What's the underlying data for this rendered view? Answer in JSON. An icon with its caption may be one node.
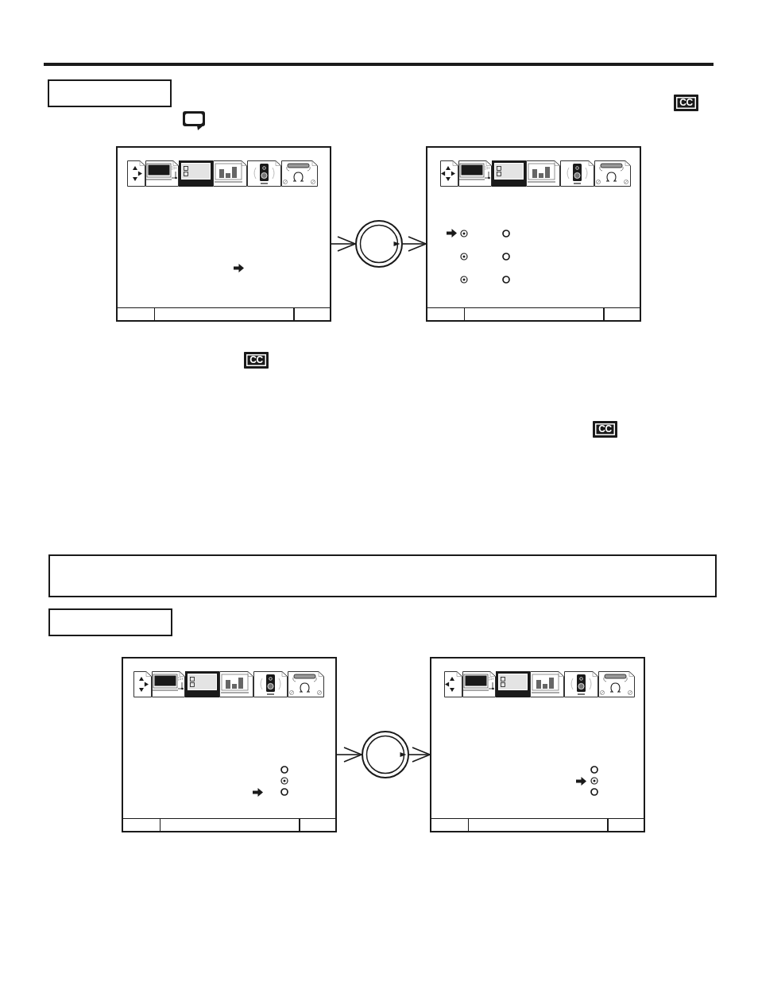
{
  "diagram": {
    "nodes": [
      {
        "text": [],
        "shape": "box"
      },
      {
        "text": [],
        "shape": "picture"
      },
      {
        "text": [],
        "shape": "circle"
      },
      {
        "text": [],
        "shape": "picture"
      },
      {
        "text": [],
        "shape": "box"
      },
      {
        "text": [],
        "shape": "box"
      },
      {
        "text": [],
        "shape": "picture"
      },
      {
        "text": [],
        "shape": "circle"
      },
      {
        "text": [],
        "shape": "picture"
      }
    ],
    "edges": [
      {
        "from": 1,
        "to": 2,
        "arrow": "to"
      },
      {
        "from": 2,
        "to": 3,
        "arrow": "to"
      },
      {
        "from": 6,
        "to": 7,
        "arrow": "to"
      },
      {
        "from": 7,
        "to": 8,
        "arrow": "to"
      }
    ],
    "labels": [
      "CC",
      "CC",
      "CC"
    ]
  }
}
